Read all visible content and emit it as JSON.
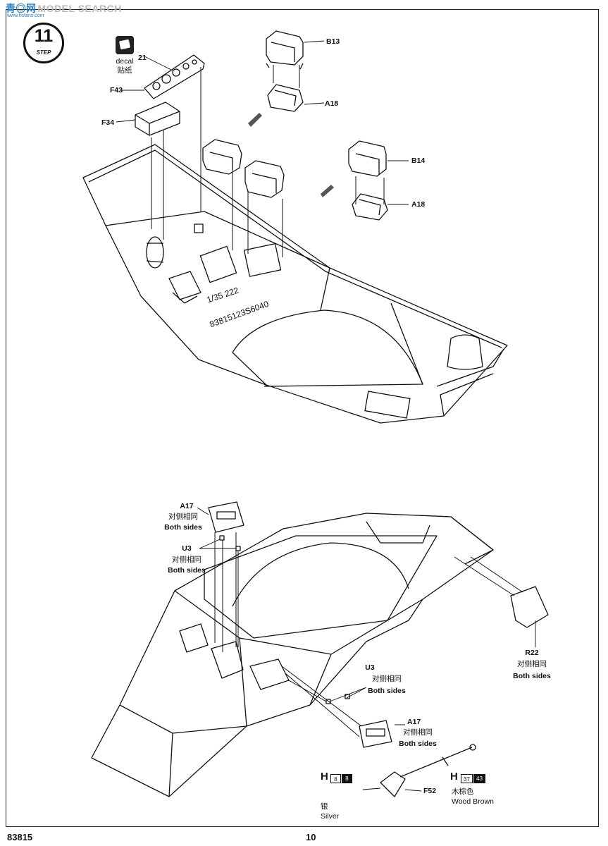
{
  "watermark": {
    "cn": "青◎网",
    "en": "MODEL SEARCH",
    "url": "www.hsfans.com"
  },
  "step": {
    "number": "11",
    "label": "STEP"
  },
  "decal": {
    "en": "decal",
    "cn": "贴纸"
  },
  "top_view": {
    "labels": {
      "p21": "21",
      "f43": "F43",
      "f34": "F34",
      "b13": "B13",
      "a18a": "A18",
      "b14": "B14",
      "a18b": "A18"
    },
    "hull_mark_1": "1/35  222",
    "hull_mark_2": "83815123S6040"
  },
  "bottom_view": {
    "a17_left": {
      "part": "A17",
      "cn": "对侧相同",
      "en": "Both sides"
    },
    "u3_left": {
      "part": "U3",
      "cn": "对侧相同",
      "en": "Both sides"
    },
    "u3_right": {
      "part": "U3",
      "cn": "对侧相同",
      "en": "Both sides"
    },
    "a17_right": {
      "part": "A17",
      "cn": "对侧相同",
      "en": "Both sides"
    },
    "r22": {
      "part": "R22",
      "cn": "对侧相同",
      "en": "Both sides"
    },
    "f52": "F52"
  },
  "paints": {
    "silver": {
      "code_letter": "H",
      "num1": "8",
      "num2": "8",
      "cn": "银",
      "en": "Silver"
    },
    "wood_brown": {
      "code_letter": "H",
      "num1": "37",
      "num2": "43",
      "cn": "木棕色",
      "en": "Wood Brown"
    }
  },
  "footer": {
    "kit_number": "83815",
    "page": "10"
  }
}
